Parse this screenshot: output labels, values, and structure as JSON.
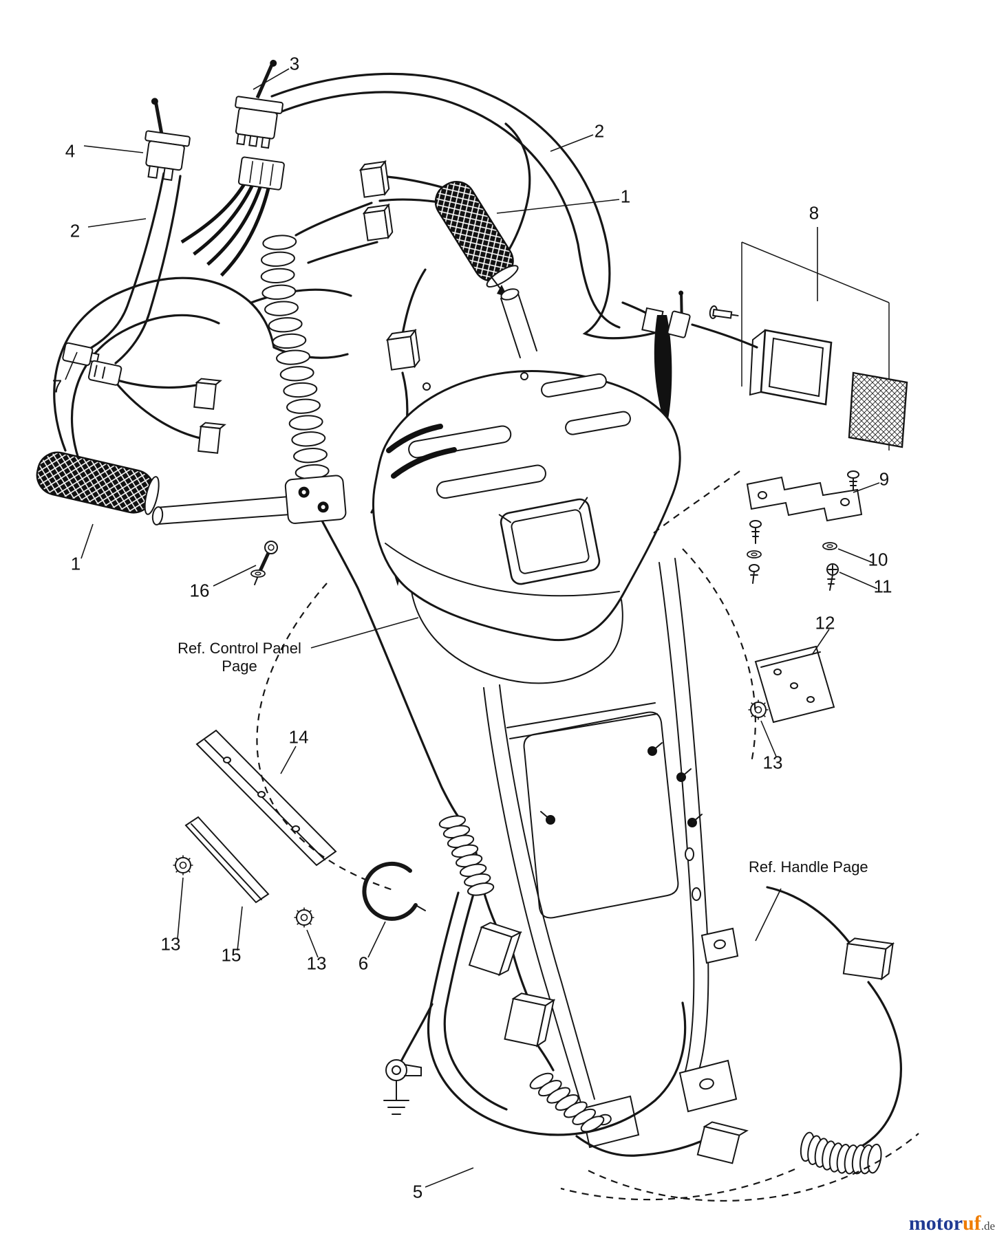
{
  "page": {
    "background_color": "#ffffff",
    "line_color": "#161616",
    "description": "Exploded electrical wiring parts diagram for snow thrower handle and control panel"
  },
  "callouts": [
    "3",
    "4",
    "2",
    "1",
    "8",
    "2",
    "7",
    "9",
    "1",
    "16",
    "10",
    "11",
    "12",
    "13",
    "14",
    "13",
    "15",
    "13",
    "6",
    "5"
  ],
  "labels": {
    "ref_control_panel": "Ref. Control Panel Page",
    "ref_handle": "Ref. Handle Page"
  },
  "logo": {
    "part1": "motor",
    "part2": "uf",
    "suffix": ".de",
    "part1_color": "#1f3a93",
    "part2_color": "#ef7c00"
  }
}
